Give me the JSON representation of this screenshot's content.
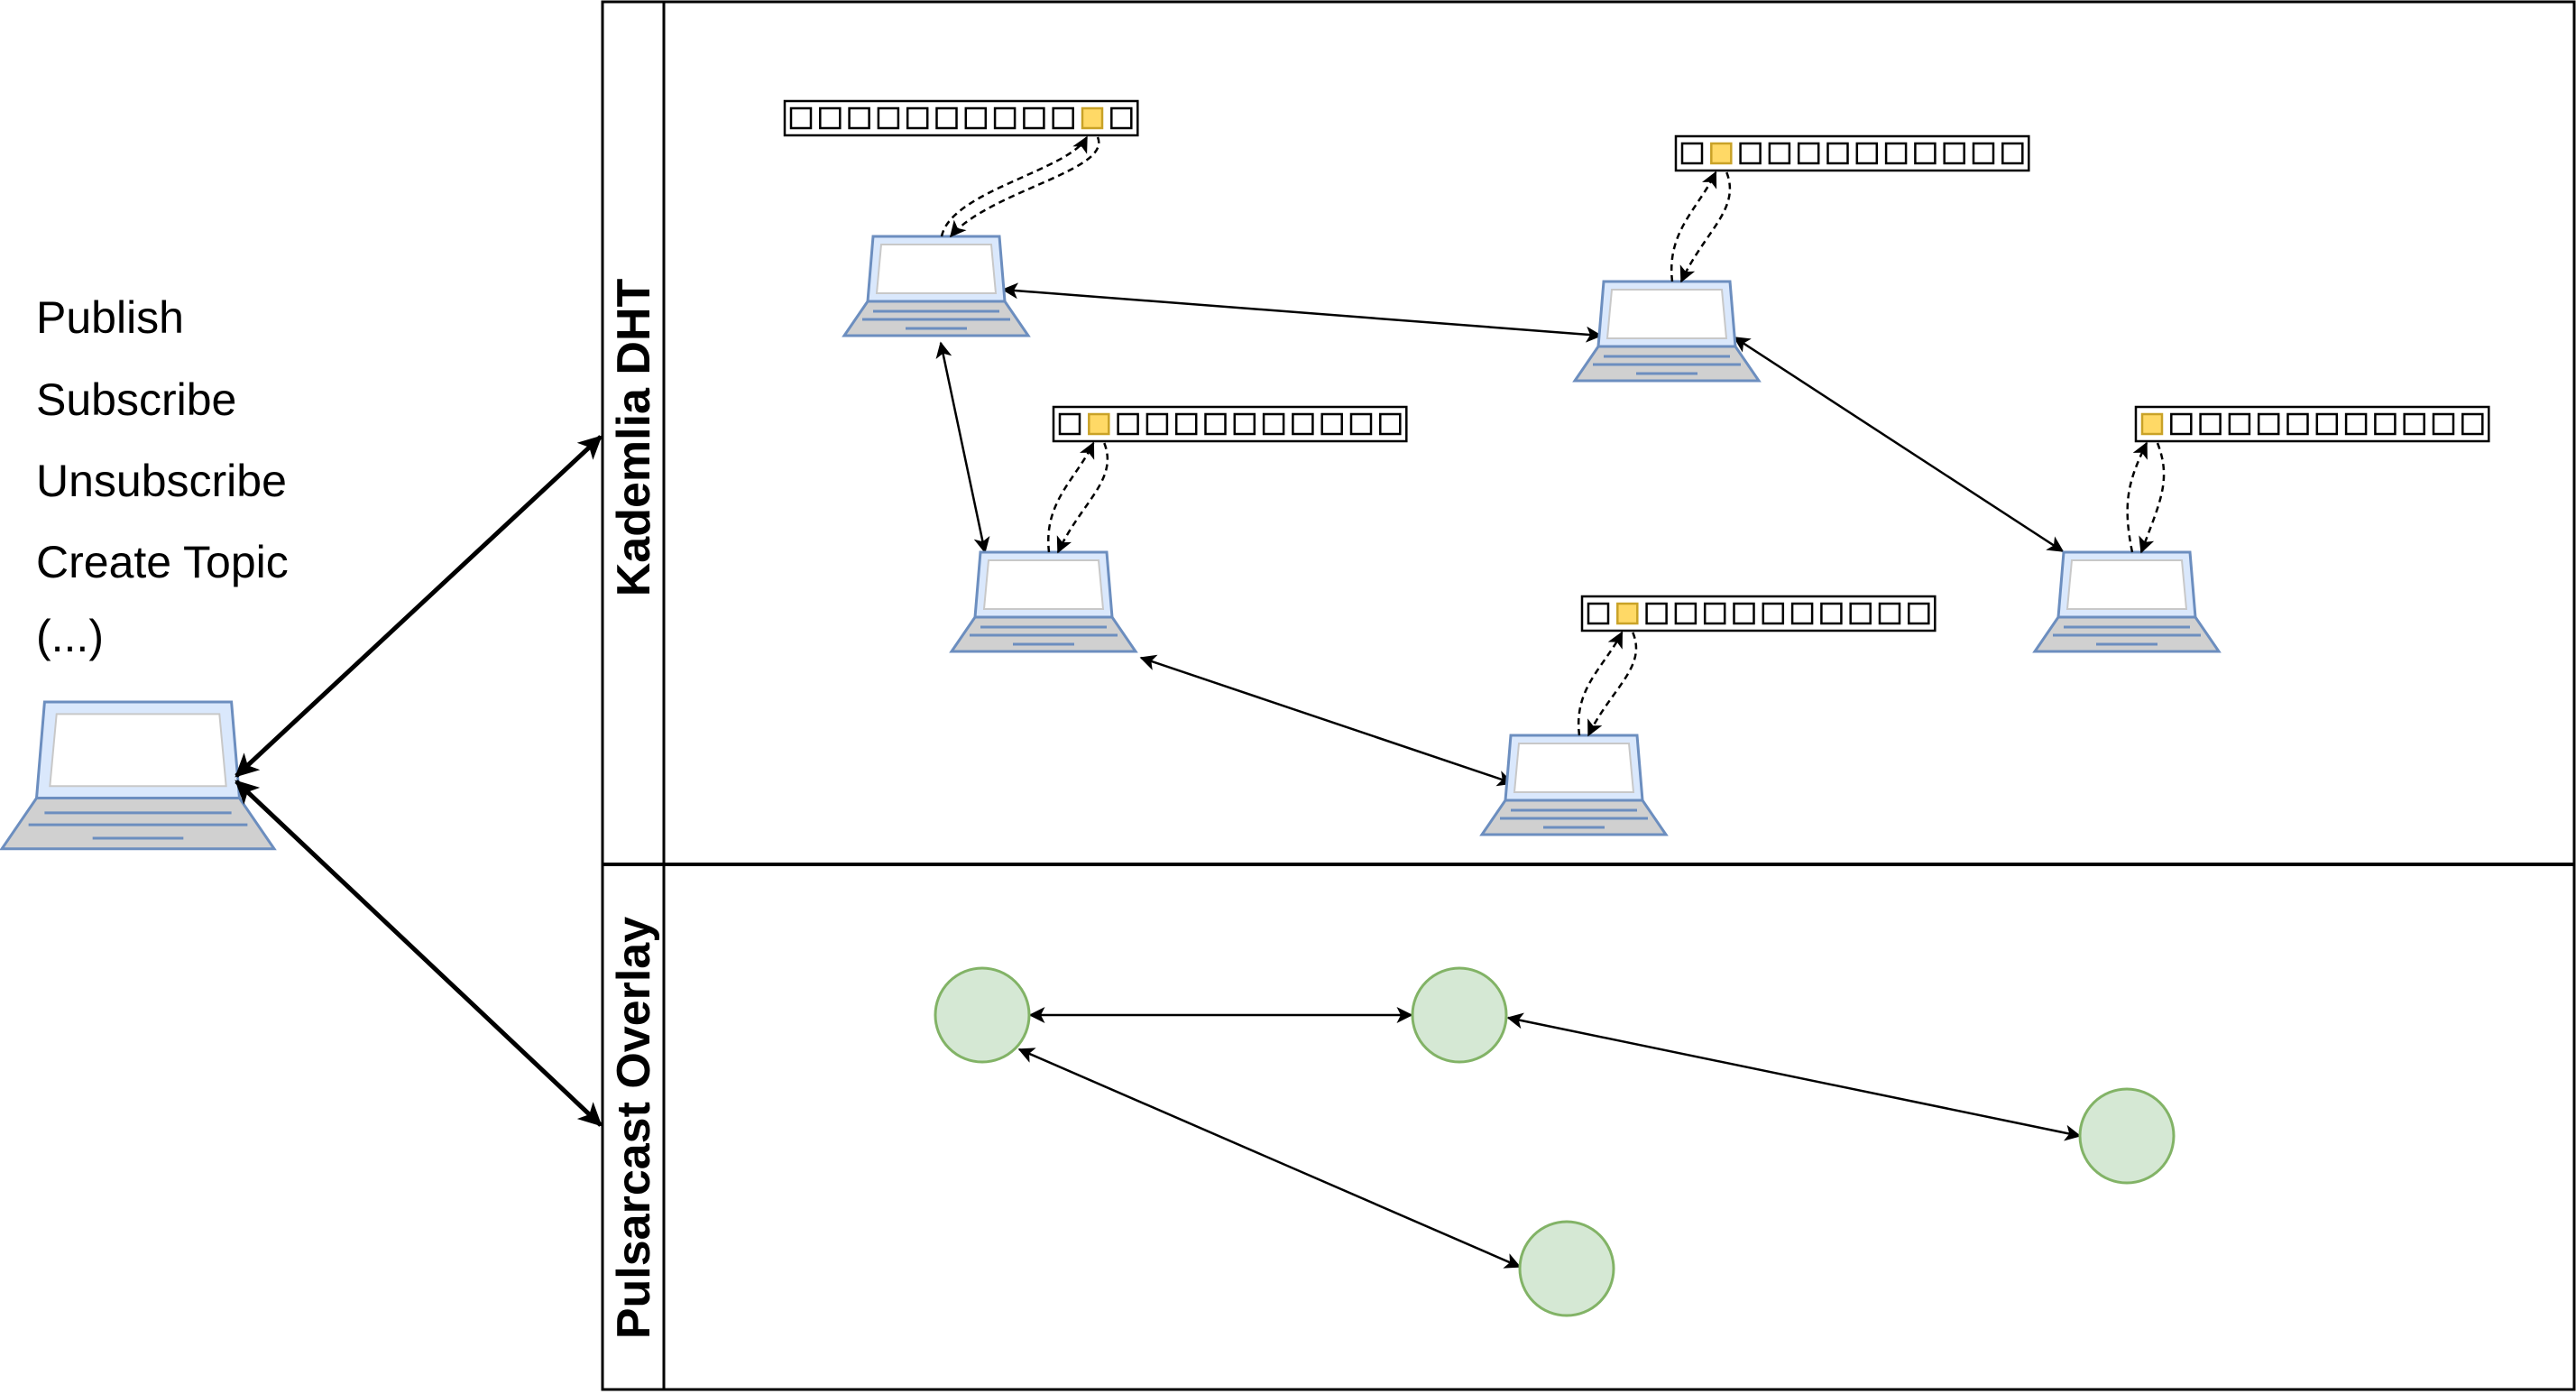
{
  "operations": [
    "Publish",
    "Subscribe",
    "Unsubscribe",
    "Create Topic",
    "(...)"
  ],
  "lanes": {
    "dht": "Kademlia DHT",
    "overlay": "Pulsarcast Overlay"
  },
  "colors": {
    "laptop_outline": "#6c8ebf",
    "laptop_body": "#dae8fc",
    "laptop_base": "#d0d0d0",
    "bucket_highlight": "#ffd966",
    "overlay_node_fill": "#d5e8d4",
    "overlay_node_stroke": "#82b366"
  },
  "icons": [
    "laptop-icon",
    "routing-table-icon",
    "overlay-node-icon"
  ]
}
